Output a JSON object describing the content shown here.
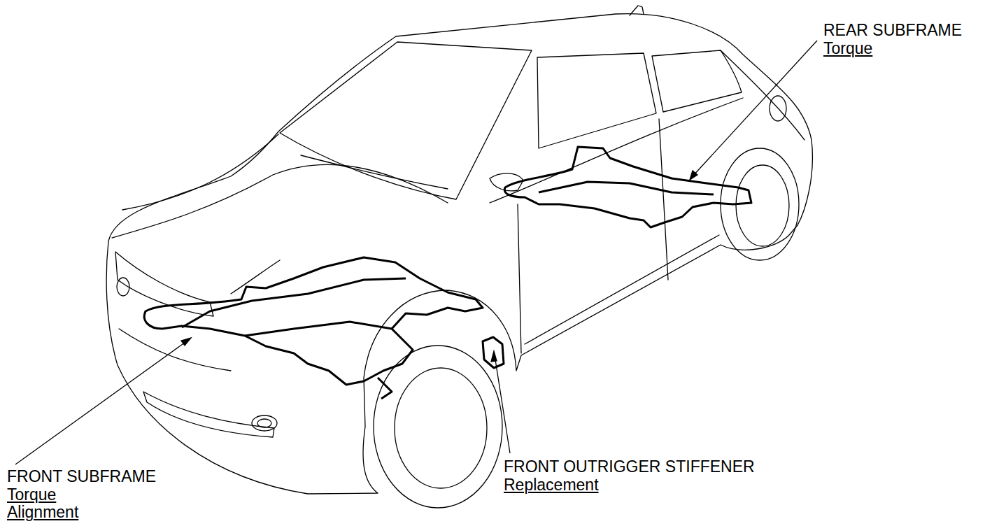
{
  "diagram": {
    "labels": [
      "REAR SUBFRAME",
      "Torque",
      "FRONT SUBFRAME",
      "Torque",
      "Alignment",
      "FRONT OUTRIGGER STIFFENER",
      "Replacement"
    ]
  }
}
